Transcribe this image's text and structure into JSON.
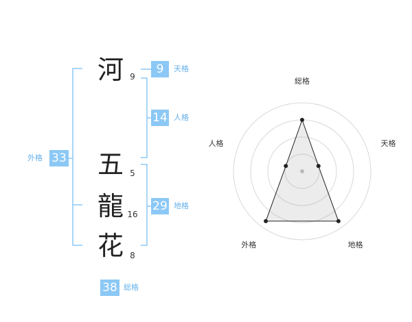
{
  "name": {
    "chars": [
      {
        "char": "河",
        "strokes": "9"
      },
      {
        "char": "五",
        "strokes": "5"
      },
      {
        "char": "龍",
        "strokes": "16"
      },
      {
        "char": "花",
        "strokes": "8"
      }
    ]
  },
  "kakusu": {
    "tenkaku": {
      "value": "9",
      "label": "天格"
    },
    "jinkaku": {
      "value": "14",
      "label": "人格"
    },
    "chikaku": {
      "value": "29",
      "label": "地格"
    },
    "gaikaku": {
      "value": "33",
      "label": "外格"
    },
    "soukaku": {
      "value": "38",
      "label": "総格"
    }
  },
  "colors": {
    "accent": "#8cc8f5",
    "accent_text": "#63b0ea",
    "line": "#8cc8f5"
  },
  "chart_data": {
    "type": "radar",
    "axes": [
      "総格",
      "天格",
      "地格",
      "外格",
      "人格"
    ],
    "values": [
      0.75,
      0.25,
      0.9,
      0.9,
      0.25
    ],
    "rings": 4,
    "range": [
      0,
      1
    ]
  }
}
